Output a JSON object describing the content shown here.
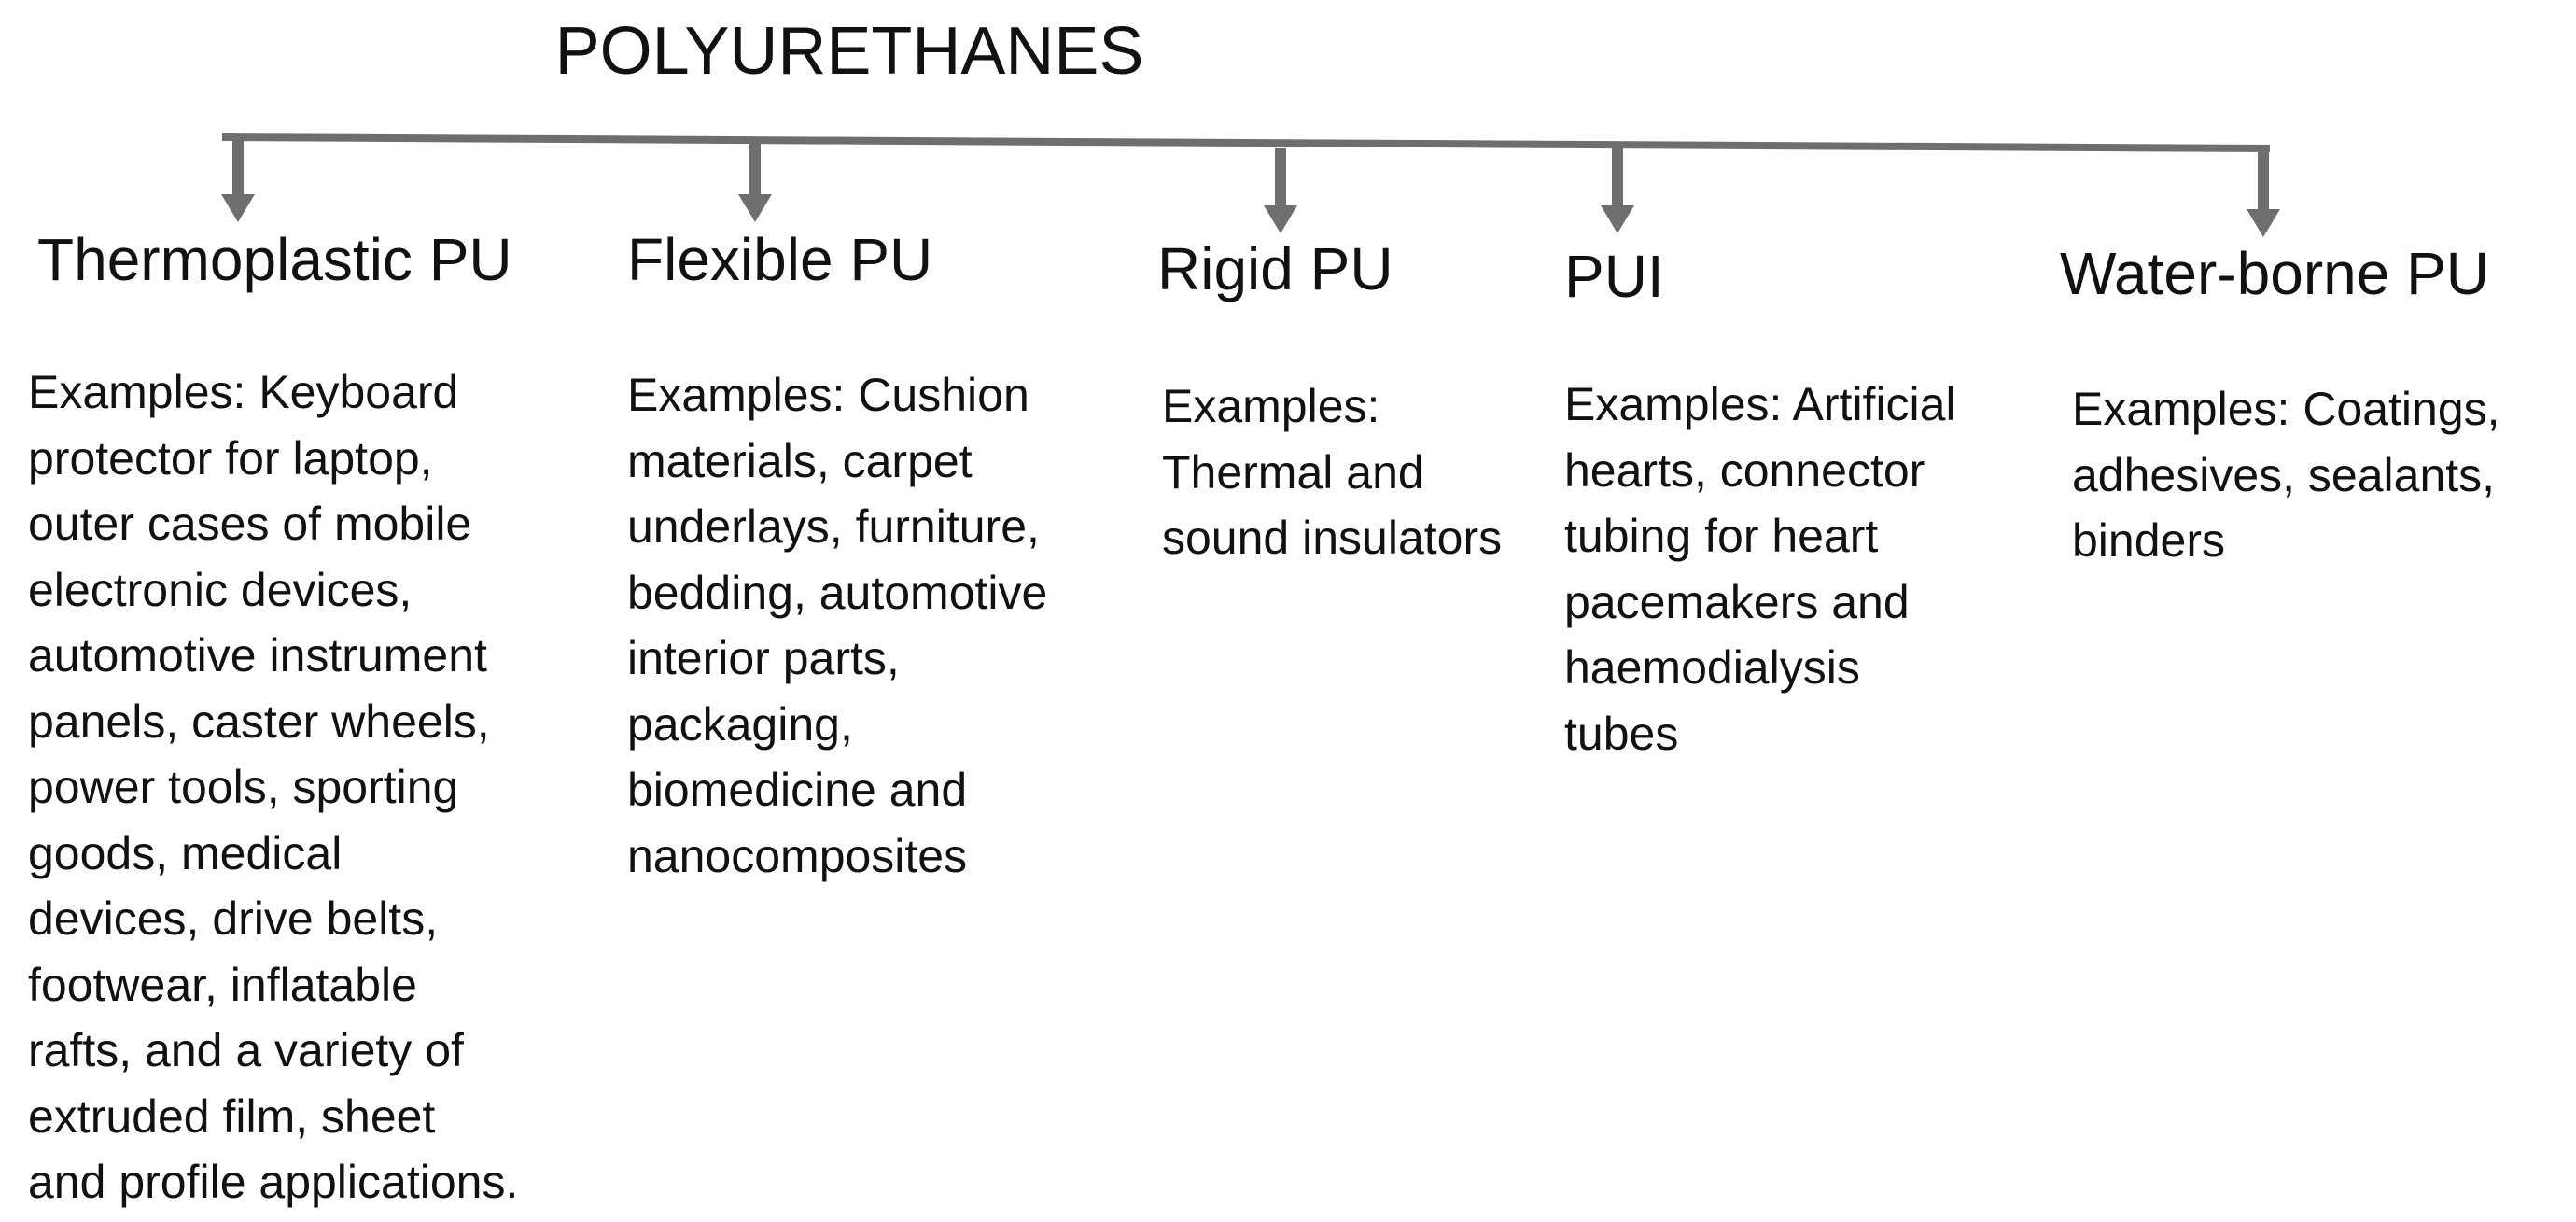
{
  "title": "POLYURETHANES",
  "colors": {
    "connector": "#6e6e6e",
    "text": "#111111"
  },
  "categories": [
    {
      "name": "Thermoplastic PU",
      "examples": "Examples: Keyboard\nprotector for laptop,\nouter cases of mobile\nelectronic devices,\nautomotive instrument\npanels, caster wheels,\npower tools, sporting\ngoods, medical\ndevices, drive belts,\nfootwear, inflatable\nrafts, and a variety of\nextruded film, sheet\nand profile applications."
    },
    {
      "name": "Flexible PU",
      "examples": "Examples: Cushion\nmaterials, carpet\nunderlays, furniture,\nbedding, automotive\ninterior parts,\npackaging,\nbiomedicine and\nnanocomposites"
    },
    {
      "name": "Rigid PU",
      "examples": "Examples:\nThermal and\nsound insulators"
    },
    {
      "name": "PUI",
      "examples": "Examples: Artificial\nhearts, connector\ntubing for heart\npacemakers and\nhaemodialysis\ntubes"
    },
    {
      "name": "Water-borne PU",
      "examples": "Examples: Coatings,\nadhesives, sealants,\nbinders"
    }
  ]
}
